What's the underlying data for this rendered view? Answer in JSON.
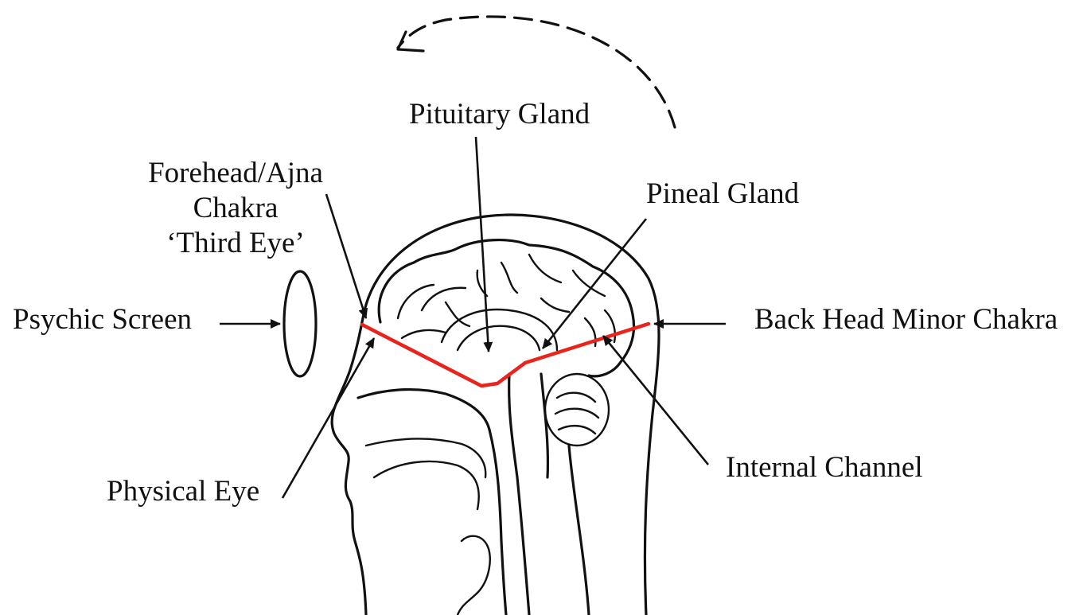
{
  "labels": {
    "pituitary": "Pituitary Gland",
    "forehead_line1": "Forehead/Ajna",
    "forehead_line2": "Chakra",
    "forehead_line3": "‘Third Eye’",
    "pineal": "Pineal Gland",
    "psychic_screen": "Psychic Screen",
    "back_head": "Back Head Minor Chakra",
    "internal_channel": "Internal Channel",
    "physical_eye": "Physical Eye"
  },
  "colors": {
    "ink": "#111111",
    "channel": "#e8241c",
    "background": "#ffffff"
  }
}
